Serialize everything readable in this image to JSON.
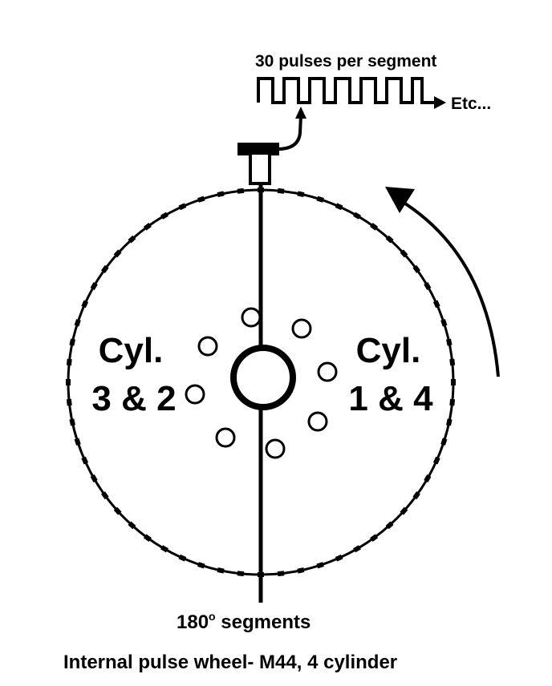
{
  "pulse_label": "30 pulses per segment",
  "etc_label": "Etc...",
  "left_half": {
    "line1": "Cyl.",
    "line2": "3 & 2"
  },
  "right_half": {
    "line1": "Cyl.",
    "line2": "1 & 4"
  },
  "segment_label_number": "180",
  "segment_label_degree": "o",
  "segment_label_word": "segments",
  "caption": "Internal pulse wheel- M44, 4 cylinder",
  "colors": {
    "ink": "#000000",
    "paper": "#ffffff"
  },
  "icons": [
    "sensor-icon",
    "rotation-arrow-icon",
    "pulse-waveform-icon"
  ]
}
